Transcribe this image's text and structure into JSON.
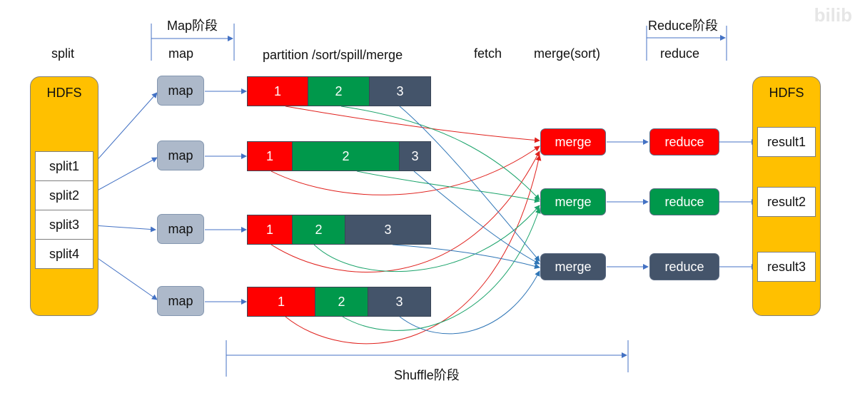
{
  "headers": {
    "map_phase": "Map阶段",
    "reduce_phase": "Reduce阶段",
    "shuffle_phase": "Shuffle阶段",
    "split": "split",
    "map": "map",
    "partition": "partition /sort/spill/merge",
    "fetch": "fetch",
    "merge_sort": "merge(sort)",
    "reduce": "reduce"
  },
  "hdfs_in": {
    "title": "HDFS",
    "splits": [
      "split1",
      "split2",
      "split3",
      "split4"
    ]
  },
  "maps": [
    "map",
    "map",
    "map",
    "map"
  ],
  "bars": [
    [
      "1",
      "2",
      "3"
    ],
    [
      "1",
      "2",
      "3"
    ],
    [
      "1",
      "2",
      "3"
    ],
    [
      "1",
      "2",
      "3"
    ]
  ],
  "merges": [
    "merge",
    "merge",
    "merge"
  ],
  "reduces": [
    "reduce",
    "reduce",
    "reduce"
  ],
  "hdfs_out": {
    "title": "HDFS",
    "results": [
      "result1",
      "result2",
      "result3"
    ]
  },
  "watermark": "bilib",
  "colors": {
    "partition1": "#ff0000",
    "partition2": "#00984b",
    "partition3": "#44546a",
    "hdfs": "#ffc000",
    "map": "#adb9ca"
  }
}
